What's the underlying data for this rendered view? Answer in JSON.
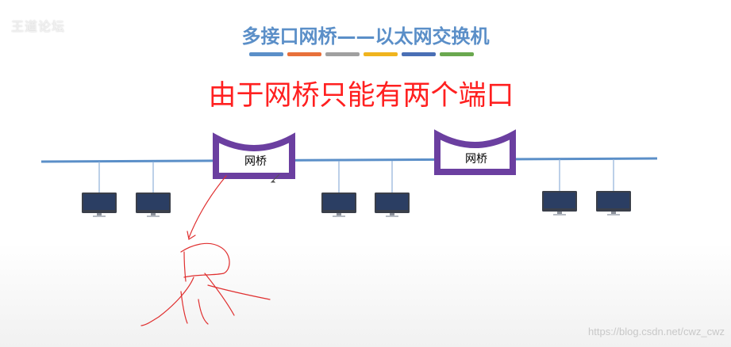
{
  "watermark_top_left": "王道论坛",
  "slide": {
    "title": "多接口网桥——以太网交换机",
    "subtitle": "由于网桥只能有两个端口",
    "swatch_colors": [
      "#5b8fc8",
      "#e8703a",
      "#a0a0a0",
      "#f0b41e",
      "#4a6fb5",
      "#6aa84f"
    ]
  },
  "diagram": {
    "bridges": [
      {
        "label": "网桥"
      },
      {
        "label": "网桥"
      }
    ],
    "computer_count": 6
  },
  "colors": {
    "bus_line": "#5b8fc8",
    "bridge_frame": "#6b3fa0",
    "annotation_ink": "#e03030"
  },
  "watermark_bottom_right": "https://blog.csdn.net/cwz_cwz"
}
